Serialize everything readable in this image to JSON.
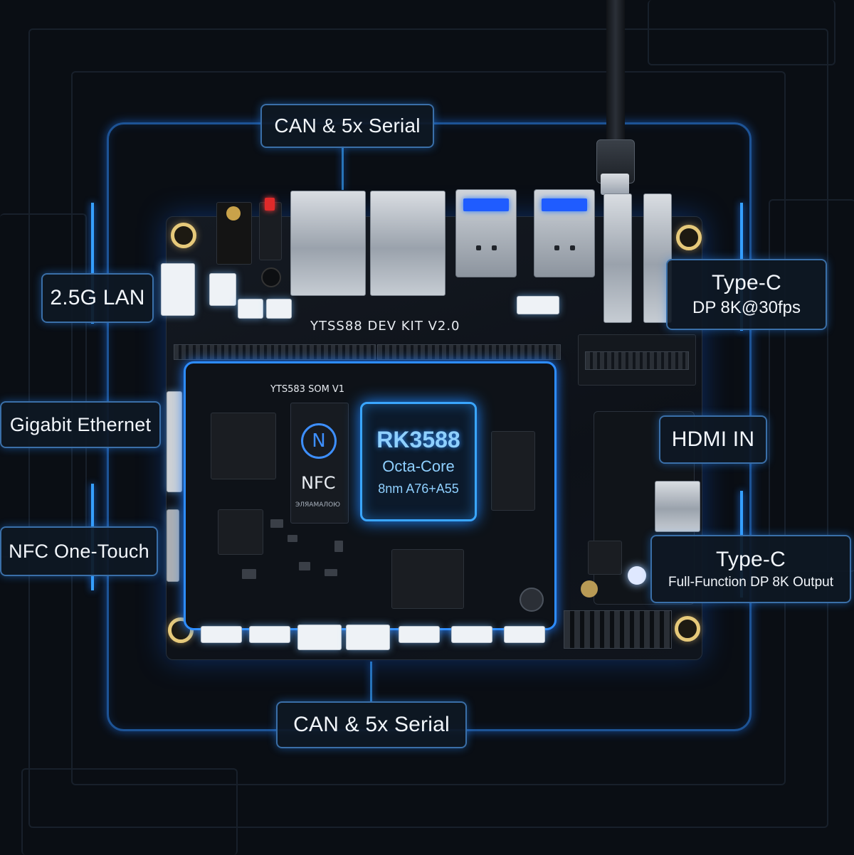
{
  "callouts": {
    "top_serial": "CAN & 5x Serial",
    "lan_2g5": "2.5G LAN",
    "gigabit": "Gigabit Ethernet",
    "nfc": "NFC One-Touch",
    "typec_top_title": "Type-C",
    "typec_top_sub": "DP 8K@30fps",
    "hdmi_in": "HDMI IN",
    "typec_bottom_title": "Type-C",
    "typec_bottom_sub": "Full-Function DP 8K Output",
    "bottom_serial": "CAN & 5x Serial"
  },
  "board": {
    "silkscreen_title": "YTSS88  DEV KIT  V2.0",
    "module_silk": "YTS583 SOM V1",
    "nfc_label": "NFC",
    "nfc_sub": "ЭЛЯАМАЛОЮ"
  },
  "soc": {
    "name": "RK3588",
    "cores": "Octa-Core",
    "process": "8nm A76+A55"
  },
  "colors": {
    "accent_glow": "#2d8cff",
    "background": "#0a0e14",
    "gold_pad": "#e6c97a"
  }
}
